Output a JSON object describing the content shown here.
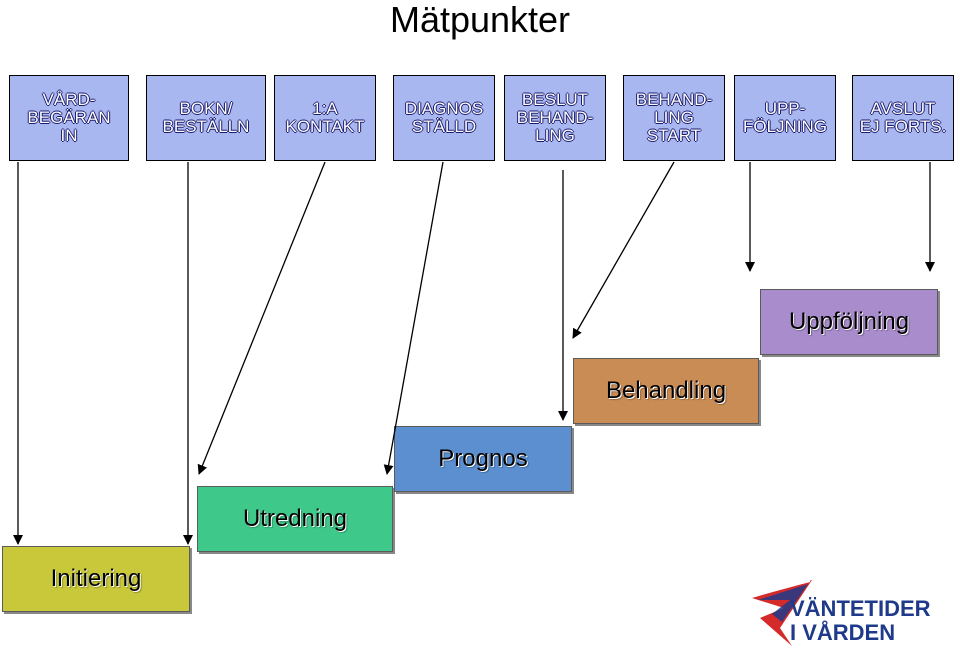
{
  "title": "Mätpunkter",
  "measure_points": [
    {
      "label": "VÅRD-\nBEGÄRAN\nIN"
    },
    {
      "label": "BOKN/\nBESTÄLLN"
    },
    {
      "label": "1:A\nKONTAKT"
    },
    {
      "label": "DIAGNOS\nSTÄLLD"
    },
    {
      "label": "BESLUT\nBEHAND-\nLING"
    },
    {
      "label": "BEHAND-\nLING\nSTART"
    },
    {
      "label": "UPP-\nFÖLJNING"
    },
    {
      "label": "AVSLUT\nEJ FORTS."
    }
  ],
  "stages": [
    {
      "label": "Initiering",
      "color": "#c8c83a"
    },
    {
      "label": "Utredning",
      "color": "#3ec98a"
    },
    {
      "label": "Prognos",
      "color": "#5b8fcf"
    },
    {
      "label": "Behandling",
      "color": "#c98c55"
    },
    {
      "label": "Uppföljning",
      "color": "#a98ccb"
    }
  ],
  "logo": {
    "line1": "VÄNTETIDER",
    "line2": "I VÅRDEN",
    "color": "#1f3a8a",
    "accent": "#e02020"
  }
}
